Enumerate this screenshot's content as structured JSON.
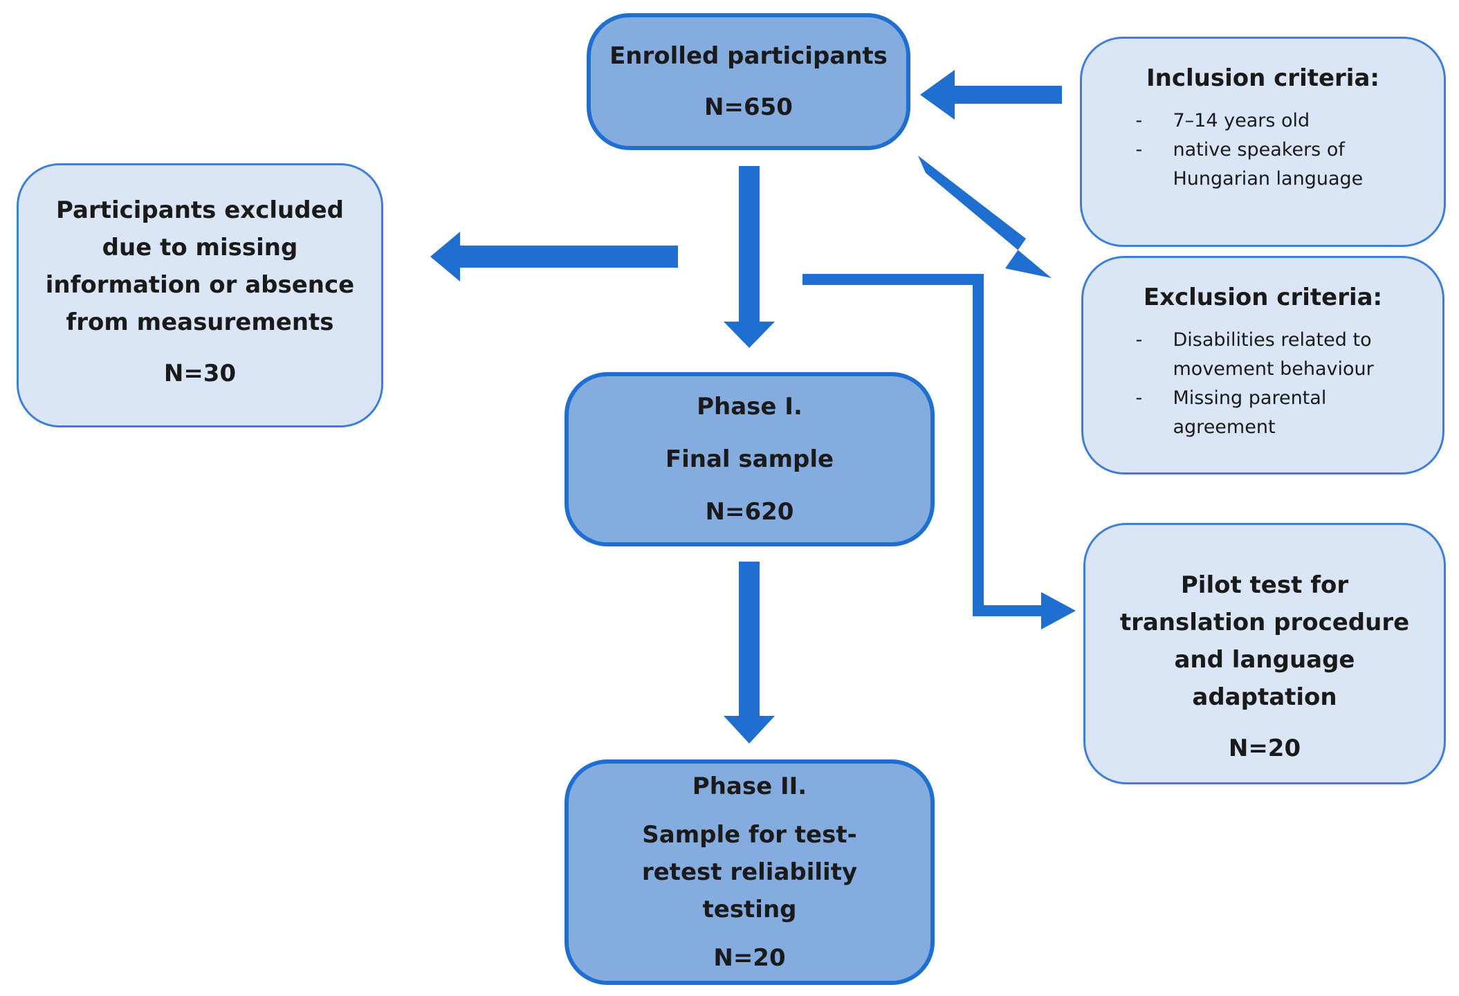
{
  "colors": {
    "dark_box": "#84acdf",
    "light_box": "#dae6f5",
    "arrow": "#1f6fd0",
    "border": "#1f6fd0"
  },
  "enrolled": {
    "title": "Enrolled participants",
    "count": "N=650"
  },
  "inclusion": {
    "title": "Inclusion criteria:",
    "items": [
      "7–14 years old",
      "native speakers of Hungarian language"
    ]
  },
  "exclusion": {
    "title": "Exclusion criteria:",
    "items": [
      "Disabilities related to movement behaviour",
      "Missing parental agreement"
    ]
  },
  "excluded": {
    "title": "Participants excluded due to missing information or absence from measurements",
    "count": "N=30"
  },
  "phase1": {
    "line1": "Phase I.",
    "line2": "Final sample",
    "count": "N=620"
  },
  "pilot": {
    "title": "Pilot test for translation procedure and language adaptation",
    "count": "N=20"
  },
  "phase2": {
    "line1": "Phase II.",
    "line2": "Sample for test-retest reliability testing",
    "count": "N=20"
  }
}
